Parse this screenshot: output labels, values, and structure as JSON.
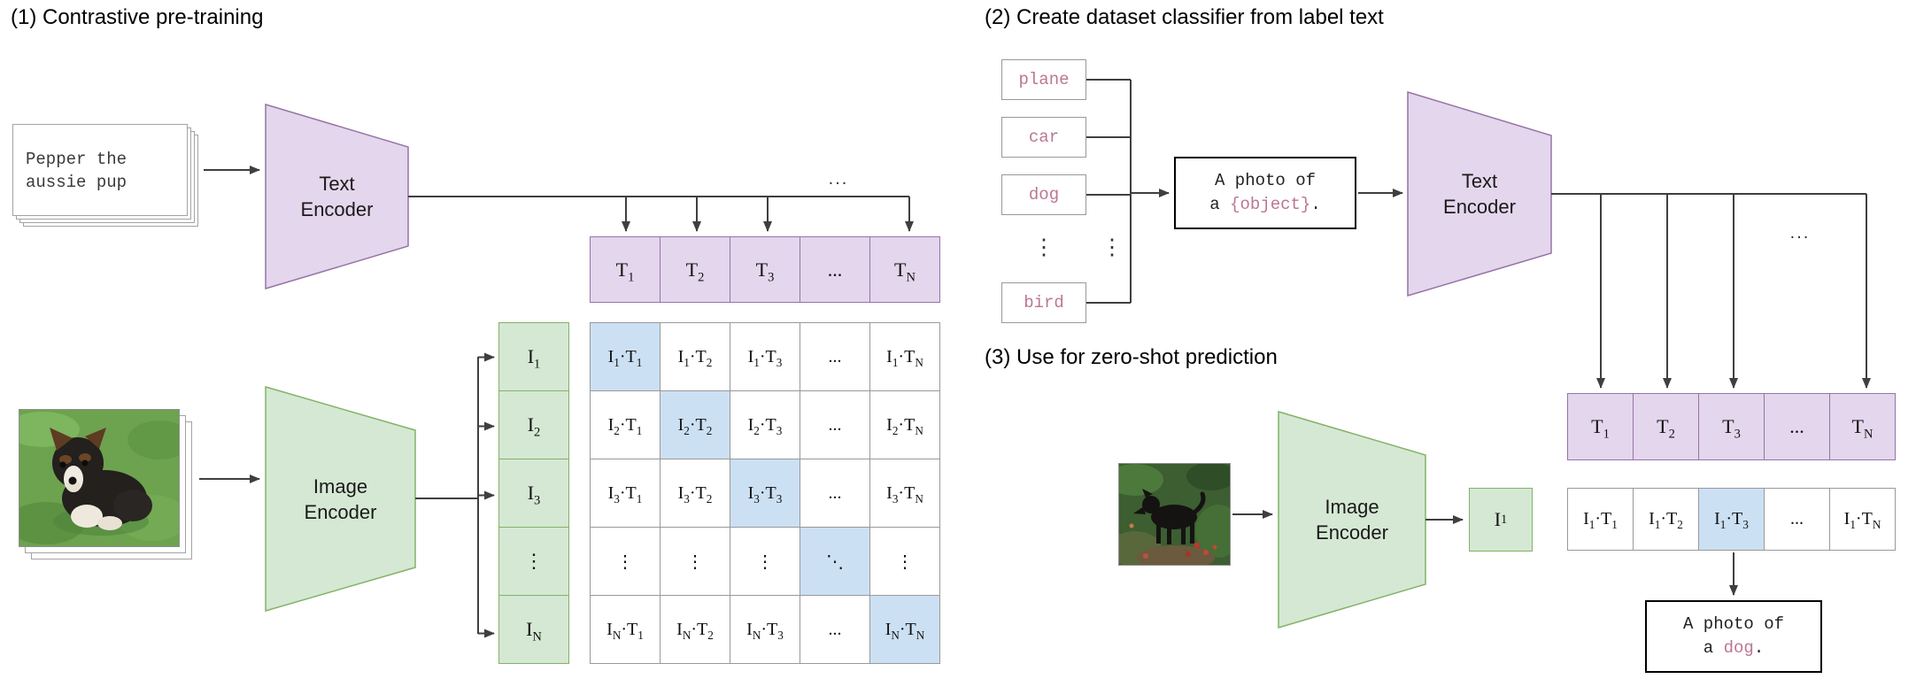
{
  "colors": {
    "purple_fill": "#e4d6ec",
    "purple_stroke": "#9673a6",
    "green_fill": "#d5e8d4",
    "green_stroke": "#82b366",
    "blue_fill": "#cce0f4",
    "cell_border": "#999999",
    "arrow": "#3f3f3f",
    "pink": "#bb7693",
    "box_border": "#000000"
  },
  "section1": {
    "title": "(1) Contrastive pre-training",
    "text_input": {
      "line1": "Pepper the",
      "line2": "aussie pup"
    },
    "text_encoder": {
      "line1": "Text",
      "line2": "Encoder"
    },
    "image_encoder": {
      "line1": "Image",
      "line2": "Encoder"
    },
    "connector_ellipsis": "...",
    "t_row": [
      "T_{1}",
      "T_{2}",
      "T_{3}",
      "...",
      "T_{N}"
    ],
    "i_col": [
      "I_{1}",
      "I_{2}",
      "I_{3}",
      "⋮",
      "I_{N}"
    ],
    "matrix": [
      [
        "I_{1}·T_{1}",
        "I_{1}·T_{2}",
        "I_{1}·T_{3}",
        "...",
        "I_{1}·T_{N}"
      ],
      [
        "I_{2}·T_{1}",
        "I_{2}·T_{2}",
        "I_{2}·T_{3}",
        "...",
        "I_{2}·T_{N}"
      ],
      [
        "I_{3}·T_{1}",
        "I_{3}·T_{2}",
        "I_{3}·T_{3}",
        "...",
        "I_{3}·T_{N}"
      ],
      [
        "⋮",
        "⋮",
        "⋮",
        "⋱",
        "⋮"
      ],
      [
        "I_{N}·T_{1}",
        "I_{N}·T_{2}",
        "I_{N}·T_{3}",
        "...",
        "I_{N}·T_{N}"
      ]
    ]
  },
  "section2": {
    "title": "(2) Create dataset classifier from label text",
    "class_labels": [
      "plane",
      "car",
      "dog",
      "bird"
    ],
    "vdots": "⋮",
    "prompt_box": {
      "line1": "A photo of",
      "line2_prefix": "a ",
      "line2_object": "{object}",
      "line2_suffix": "."
    },
    "text_encoder": {
      "line1": "Text",
      "line2": "Encoder"
    },
    "connector_ellipsis": "...",
    "t_row": [
      "T_{1}",
      "T_{2}",
      "T_{3}",
      "...",
      "T_{N}"
    ]
  },
  "section3": {
    "title": "(3) Use for zero-shot prediction",
    "image_encoder": {
      "line1": "Image",
      "line2": "Encoder"
    },
    "image_embedding": "I_{1}",
    "result_row": [
      "I_{1}·T_{1}",
      "I_{1}·T_{2}",
      "I_{1}·T_{3}",
      "...",
      "I_{1}·T_{N}"
    ],
    "output_box": {
      "line1": "A photo of",
      "line2_prefix": "a ",
      "line2_object": "dog",
      "line2_suffix": "."
    }
  }
}
